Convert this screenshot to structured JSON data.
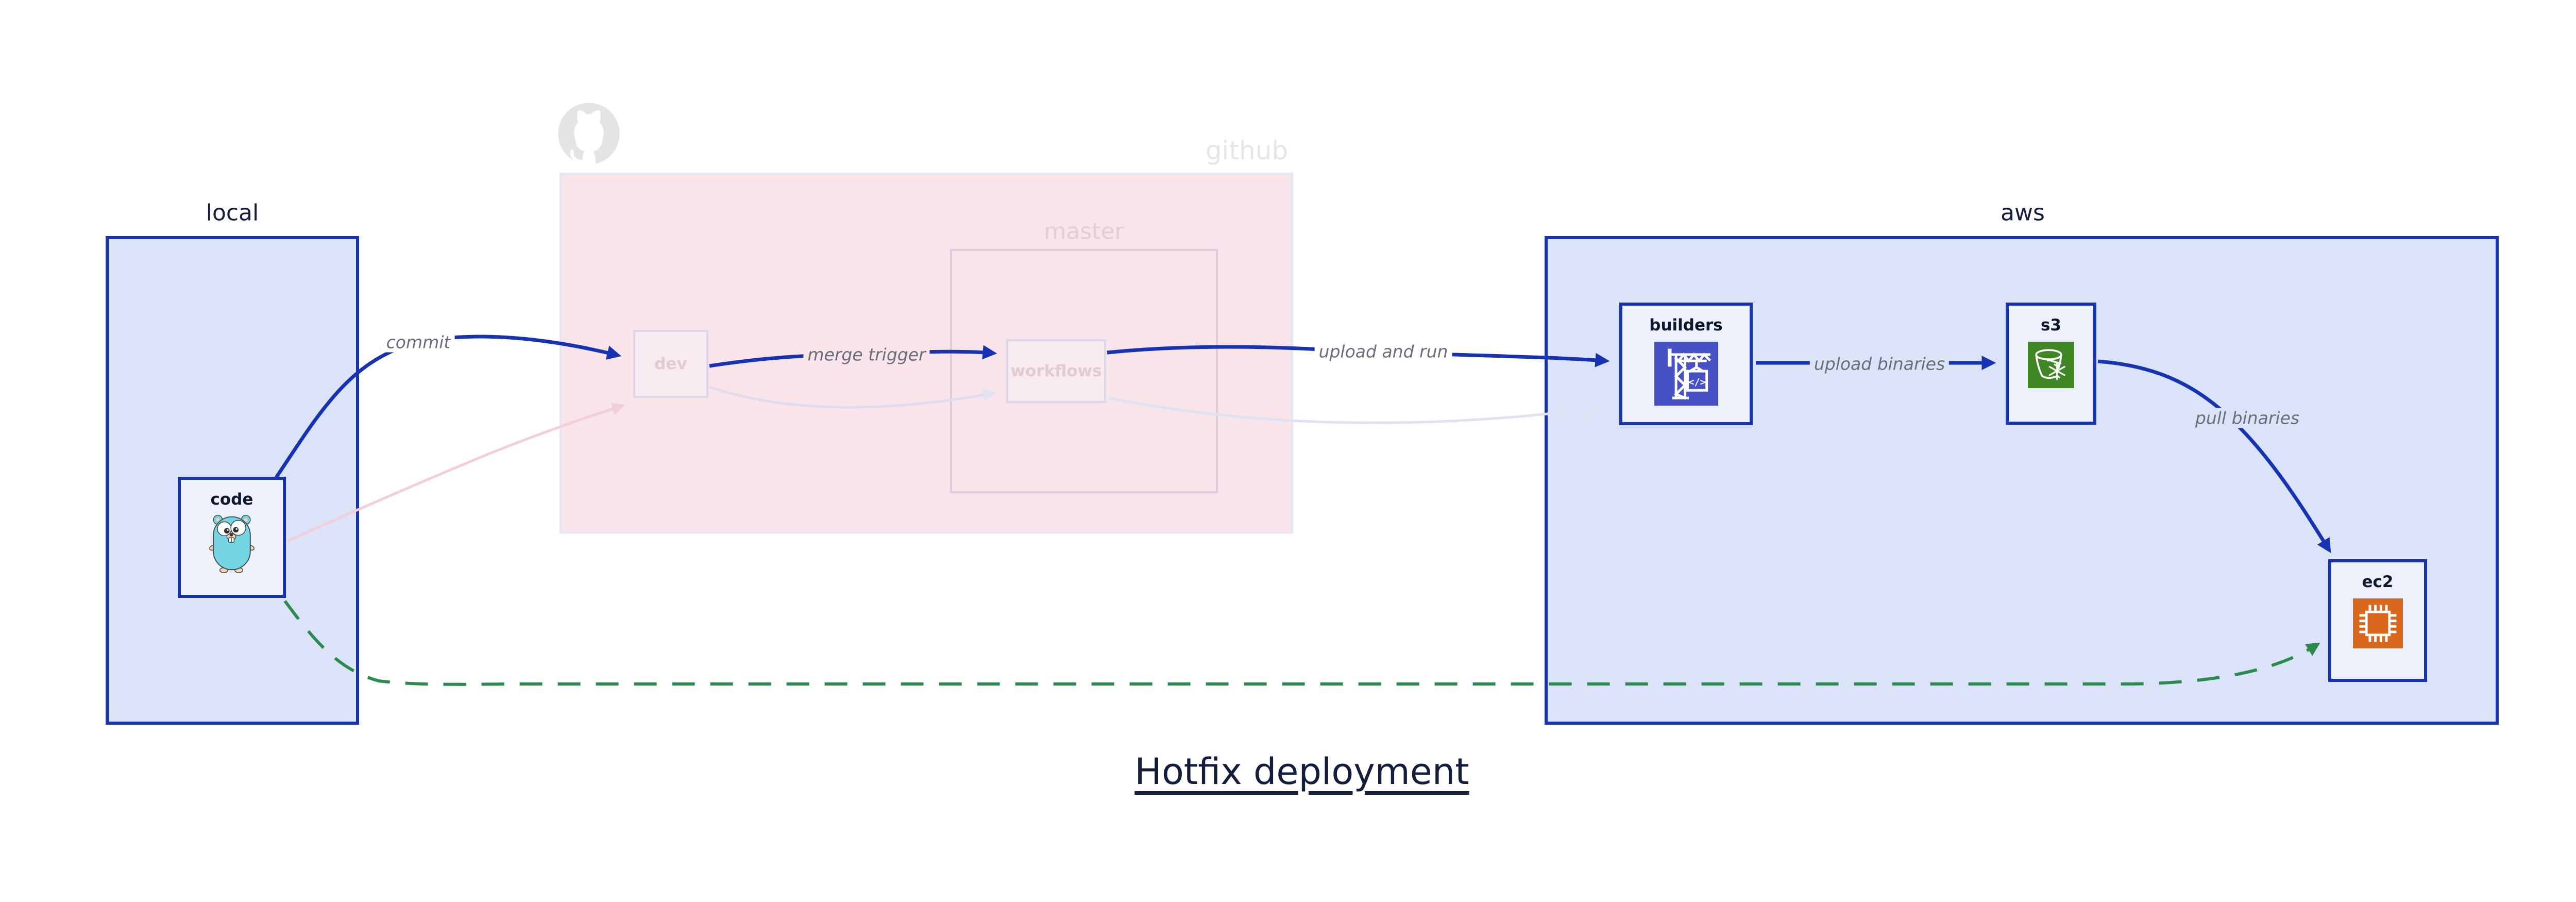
{
  "title": "Hotfix deployment",
  "groups": {
    "local": {
      "label": "local"
    },
    "github": {
      "label": "github",
      "master": {
        "label": "master"
      }
    },
    "aws": {
      "label": "aws"
    }
  },
  "nodes": {
    "code": {
      "label": "code",
      "icon": "go-gopher-icon"
    },
    "dev": {
      "label": "dev"
    },
    "workflows": {
      "label": "workflows"
    },
    "builders": {
      "label": "builders",
      "icon": "codebuild-crane-icon",
      "icon_glyph": "</>"
    },
    "s3": {
      "label": "s3",
      "icon": "s3-glacier-bucket-icon"
    },
    "ec2": {
      "label": "ec2",
      "icon": "ec2-chip-icon"
    }
  },
  "edges": {
    "commit": {
      "label": "commit",
      "from": "code",
      "to": "dev",
      "style": "solid-blue"
    },
    "merge_trigger": {
      "label": "merge trigger",
      "from": "dev",
      "to": "workflows",
      "style": "solid-blue"
    },
    "upload_and_run": {
      "label": "upload and run",
      "from": "workflows",
      "to": "builders",
      "style": "solid-blue"
    },
    "upload_binaries": {
      "label": "upload binaries",
      "from": "builders",
      "to": "s3",
      "style": "solid-blue"
    },
    "pull_binaries": {
      "label": "pull binaries",
      "from": "s3",
      "to": "ec2",
      "style": "solid-blue"
    },
    "hotfix_path": {
      "label": "",
      "from": "code",
      "to": "ec2",
      "style": "dashed-green"
    },
    "ghost_code_to_dev": {
      "label": "",
      "from": "code",
      "to": "dev",
      "style": "faded-pink"
    },
    "ghost_dev_to_workflows": {
      "label": "",
      "from": "dev",
      "to": "workflows",
      "style": "faded-lavender"
    },
    "ghost_workflows_to_builders": {
      "label": "",
      "from": "workflows",
      "to": "builders",
      "style": "faded-lavender"
    }
  },
  "colors": {
    "accent_blue": "#1733b4",
    "dark_navy": "#141e3c",
    "group_fill": "#dbe3f8",
    "node_fill": "#edf1fb",
    "github_fill": "#f9e5e9",
    "faded_pink_arrow": "#f3ced9",
    "faded_lavender_arrow": "#dfe2f4",
    "faded_text_pink": "#e2c9d5",
    "edge_label_gray": "#696e7e",
    "hotfix_green": "#2d8a4f",
    "codebuild_purple": "#4551c5",
    "s3_green": "#3f8624",
    "ec2_orange": "#d9681e",
    "octocat_gray": "#e4e4e4"
  }
}
